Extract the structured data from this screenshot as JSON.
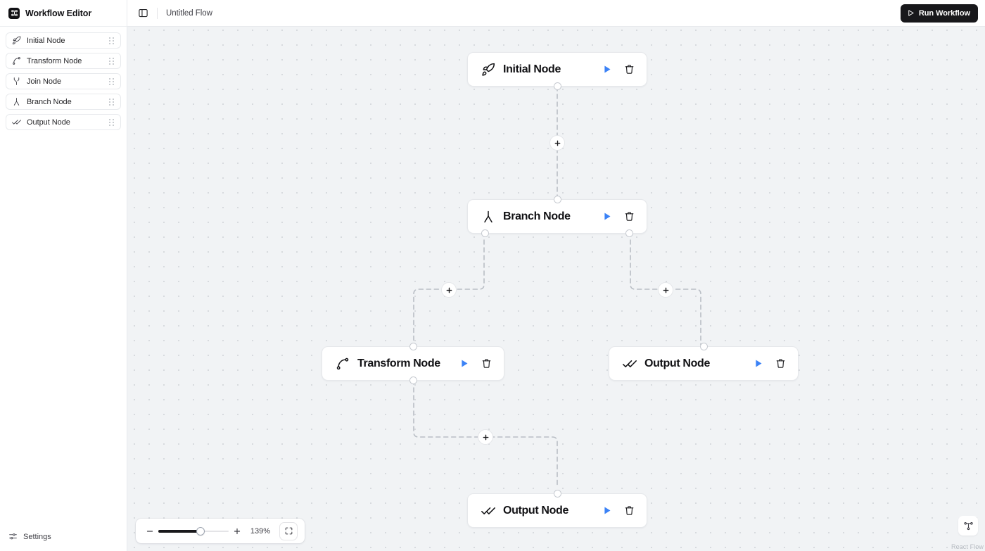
{
  "app": {
    "brand_title": "Workflow Editor",
    "brand_icon": "workflow-logo-icon"
  },
  "sidebar": {
    "palette_items": [
      {
        "label": "Initial Node",
        "icon": "rocket-icon"
      },
      {
        "label": "Transform Node",
        "icon": "curve-transform-icon"
      },
      {
        "label": "Join Node",
        "icon": "merge-join-icon"
      },
      {
        "label": "Branch Node",
        "icon": "split-branch-icon"
      },
      {
        "label": "Output Node",
        "icon": "double-check-icon"
      }
    ],
    "footer": {
      "settings_label": "Settings",
      "settings_icon": "sliders-icon"
    }
  },
  "topbar": {
    "panel_toggle_icon": "panel-left-icon",
    "flow_name": "Untitled Flow",
    "run_label": "Run Workflow",
    "run_icon": "play-outline-icon"
  },
  "canvas": {
    "nodes": [
      {
        "id": "initial",
        "title": "Initial Node",
        "icon": "rocket-icon",
        "run_icon": "play-filled-icon",
        "delete_icon": "trash-icon"
      },
      {
        "id": "branch",
        "title": "Branch Node",
        "icon": "split-branch-icon",
        "run_icon": "play-filled-icon",
        "delete_icon": "trash-icon"
      },
      {
        "id": "transform",
        "title": "Transform Node",
        "icon": "curve-transform-icon",
        "run_icon": "play-filled-icon",
        "delete_icon": "trash-icon"
      },
      {
        "id": "output-1",
        "title": "Output Node",
        "icon": "double-check-icon",
        "run_icon": "play-filled-icon",
        "delete_icon": "trash-icon"
      },
      {
        "id": "output-2",
        "title": "Output Node",
        "icon": "double-check-icon",
        "run_icon": "play-filled-icon",
        "delete_icon": "trash-icon"
      }
    ],
    "edge_add_label": "+",
    "edge_add_icon": "plus-icon"
  },
  "zoom_controls": {
    "zoom_out_icon": "minus-icon",
    "zoom_in_icon": "plus-icon",
    "value": "139%",
    "fit_view_icon": "fit-view-icon"
  },
  "footer": {
    "minimap_icon": "react-flow-icon",
    "attribution": "React Flow"
  },
  "colors": {
    "accent_blue": "#3b82f6",
    "canvas_bg": "#f1f3f5",
    "dot_grid": "#d7dade",
    "run_button_bg": "#18181b",
    "edge_stroke": "#b9bec5",
    "node_border": "#e6e8eb"
  }
}
